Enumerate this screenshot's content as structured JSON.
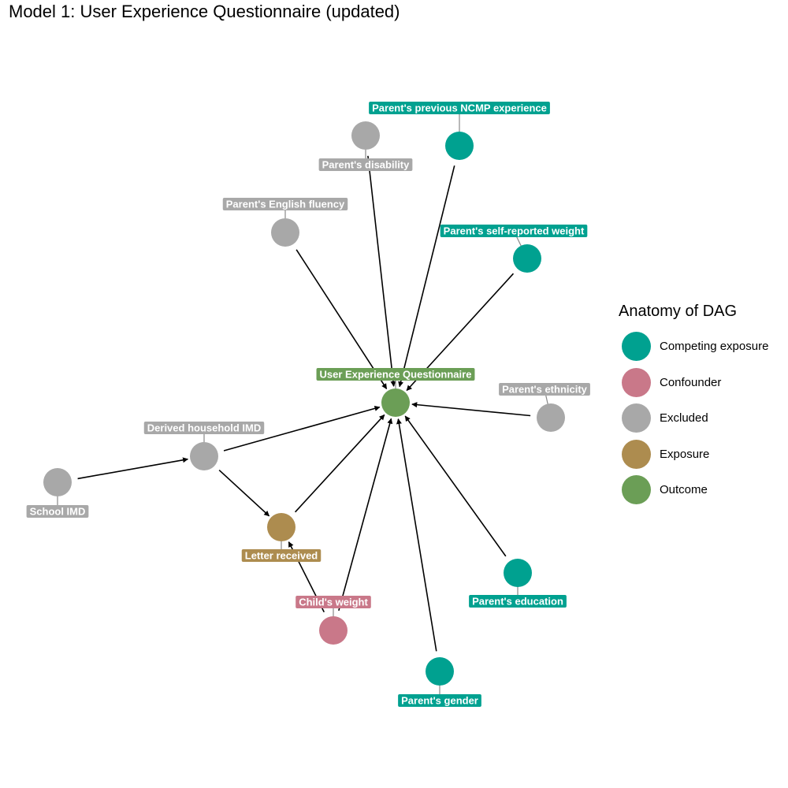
{
  "title": "Model 1: User Experience Questionnaire (updated)",
  "colors": {
    "Competing exposure": "#00a190",
    "Confounder": "#c97889",
    "Excluded": "#a8a8a8",
    "Exposure": "#ad8c4f",
    "Outcome": "#6b9e56"
  },
  "legend": {
    "title": "Anatomy of DAG",
    "items": [
      {
        "label": "Competing exposure",
        "key": "Competing exposure"
      },
      {
        "label": "Confounder",
        "key": "Confounder"
      },
      {
        "label": "Excluded",
        "key": "Excluded"
      },
      {
        "label": "Exposure",
        "key": "Exposure"
      },
      {
        "label": "Outcome",
        "key": "Outcome"
      }
    ]
  },
  "nodes": [
    {
      "id": "outcome",
      "label": "User Experience Questionnaire",
      "role": "Outcome"
    },
    {
      "id": "ncmp",
      "label": "Parent's previous NCMP experience",
      "role": "Competing exposure"
    },
    {
      "id": "disability",
      "label": "Parent's disability",
      "role": "Excluded"
    },
    {
      "id": "english",
      "label": "Parent's English fluency",
      "role": "Excluded"
    },
    {
      "id": "selfweight",
      "label": "Parent's self-reported weight",
      "role": "Competing exposure"
    },
    {
      "id": "ethnicity",
      "label": "Parent's ethnicity",
      "role": "Excluded"
    },
    {
      "id": "hhimd",
      "label": "Derived household IMD",
      "role": "Excluded"
    },
    {
      "id": "schoolimd",
      "label": "School IMD",
      "role": "Excluded"
    },
    {
      "id": "letter",
      "label": "Letter received",
      "role": "Exposure"
    },
    {
      "id": "childweight",
      "label": "Child's weight",
      "role": "Confounder"
    },
    {
      "id": "education",
      "label": "Parent's education",
      "role": "Competing exposure"
    },
    {
      "id": "gender",
      "label": "Parent's gender",
      "role": "Competing exposure"
    }
  ],
  "edges": [
    {
      "from": "ncmp",
      "to": "outcome"
    },
    {
      "from": "disability",
      "to": "outcome"
    },
    {
      "from": "english",
      "to": "outcome"
    },
    {
      "from": "selfweight",
      "to": "outcome"
    },
    {
      "from": "ethnicity",
      "to": "outcome"
    },
    {
      "from": "hhimd",
      "to": "outcome"
    },
    {
      "from": "schoolimd",
      "to": "hhimd"
    },
    {
      "from": "hhimd",
      "to": "letter"
    },
    {
      "from": "letter",
      "to": "outcome"
    },
    {
      "from": "childweight",
      "to": "letter"
    },
    {
      "from": "childweight",
      "to": "outcome"
    },
    {
      "from": "education",
      "to": "outcome"
    },
    {
      "from": "gender",
      "to": "outcome"
    }
  ]
}
